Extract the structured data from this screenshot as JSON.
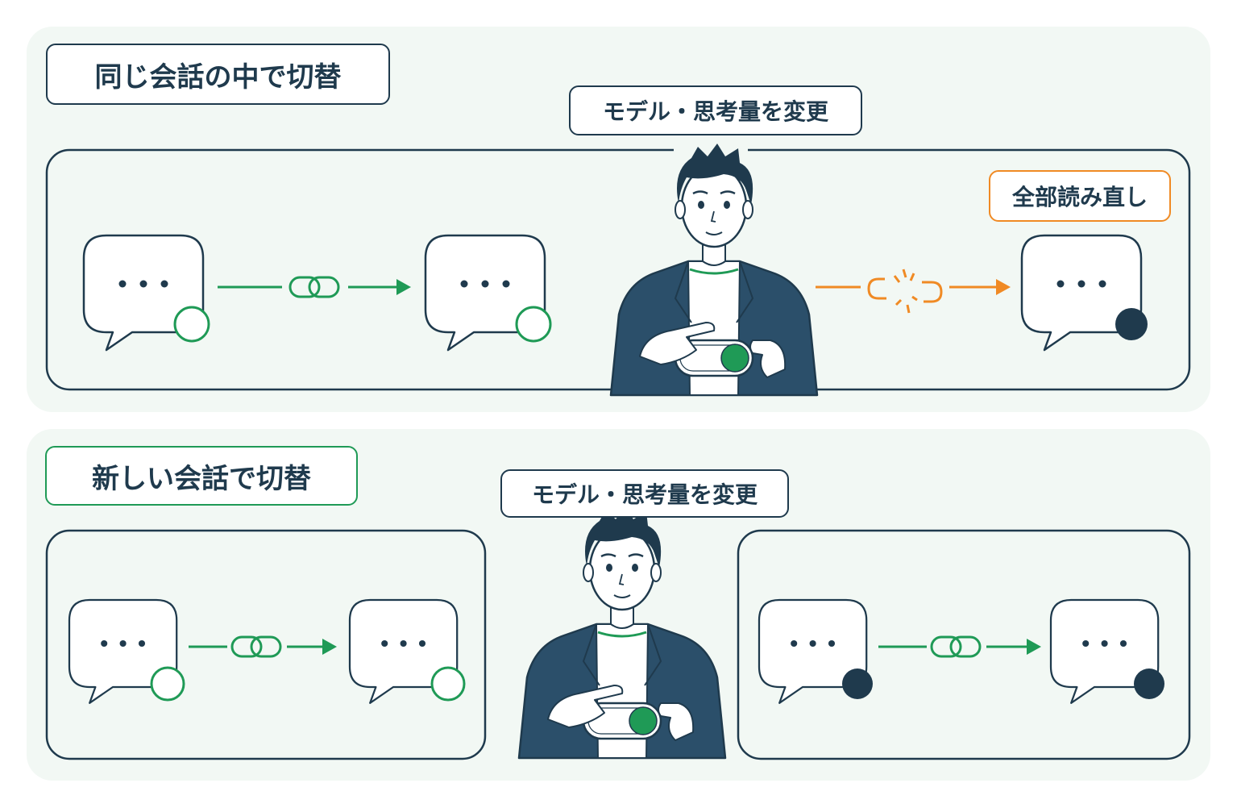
{
  "colors": {
    "navy": "#1f3a4d",
    "green": "#1f9a56",
    "orange": "#f08a24",
    "panel_bg": "#f2f8f4",
    "jacket": "#2b4f6a"
  },
  "section_same": {
    "title": "同じ会話の中で切替",
    "change_label": "モデル・思考量を変更",
    "reread_label": "全部読み直し"
  },
  "section_new": {
    "title": "新しい会話で切替",
    "change_label": "モデル・思考量を変更"
  }
}
